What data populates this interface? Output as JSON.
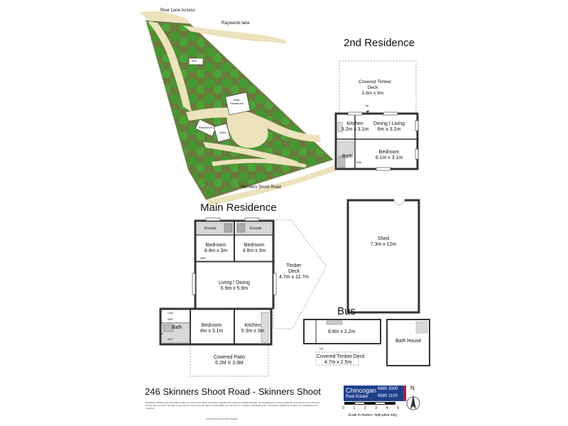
{
  "site_plan": {
    "rear_lane": "Rear Lane Access",
    "raywards": "Raywards lane",
    "skinners_road": "Skinners Shoot Road",
    "bus": "Bus",
    "main_residence": "Main\nResidence",
    "residence2": "Residence 2",
    "shed": "Shed"
  },
  "second_residence": {
    "title": "2nd Residence",
    "deck": "Covered Timber\nDeck\n5.6m x 6m",
    "up": "Up",
    "kitchen": "Kitchen\n3.2m x 3.1m",
    "dining": "Dining / Living\n6m x 3.1m",
    "bath": "Bath",
    "wm": "WM",
    "bedroom": "Bedroom\n6.1m x 3.1m"
  },
  "main_residence": {
    "title": "Main Residence",
    "ensuite1": "Ensuite",
    "ensuite2": "Ensuite",
    "bedroom1": "Bedroom\n4.4m x 3m",
    "bedroom2": "Bedroom\n4.8m x 3m",
    "wir": "WIR",
    "deck": "Timber\nDeck\n4.7m x 11.7m",
    "living": "Living / Dining\n6.9m x 5.9m",
    "ldry": "Ldry",
    "wm": "WM",
    "bath": "Bath",
    "wc": "W/C",
    "bedroom3": "Bedroom\n4m x 3.1m",
    "kitchen": "Kitchen\n5.3m x 3m",
    "patio": "Covered Patio\n6.2M X 3.9M"
  },
  "shed": {
    "label": "Shed\n7.3m x 12m"
  },
  "bus": {
    "title": "Bus",
    "size": "8.8m x 2.2m",
    "up": "Up",
    "deck": "Covered Timber Deck\n4.7m x 2.5m",
    "bath_house": "Bath House"
  },
  "footer": {
    "address": "246 Skinners Shoot Road - Skinners Shoot",
    "brand": "Chincogan",
    "brand_sub": "Real Estate",
    "phone1": "6680 3300",
    "phone2": "6680 1100",
    "compass": "N",
    "scale_ticks": [
      "0",
      "1",
      "2",
      "3",
      "4",
      "5"
    ],
    "scale_note": "Scale in meters. Indicative only.",
    "disclaimer": "Disclaimer: Whilst every precaution is taken to ensure information is provided regarding this property is highly accurate, the measurements and its guidelines only and are not to be used for any other purpose. The agency and vendor of the floor plan take no responsibility for any errors or omissions contained within. Purchasers should rely on their own inspections and enquiries.",
    "produced_by": "Produced by Fitzroy Park Studios"
  },
  "colors": {
    "grass": "#6b7a3c",
    "tree": "#3b9a2e",
    "path": "#ece2bc",
    "wall": "#333333",
    "brand_blue": "#1d3f8c",
    "brand_red": "#c8102e"
  }
}
